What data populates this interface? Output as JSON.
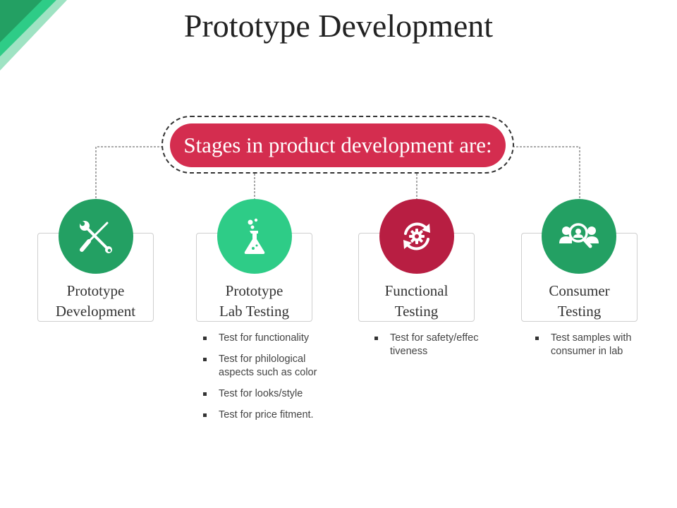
{
  "title": "Prototype Development",
  "banner": "Stages in product development are:",
  "colors": {
    "dark_green": "#23a063",
    "light_green": "#2ecc87",
    "crimson": "#b81e42",
    "pill": "#d42d4f"
  },
  "stages": [
    {
      "label_line1": "Prototype",
      "label_line2": "Development",
      "icon": "tools-icon",
      "bullets": []
    },
    {
      "label_line1": "Prototype",
      "label_line2": "Lab Testing",
      "icon": "flask-icon",
      "bullets": [
        "Test for functionality",
        "Test for philological aspects such as color",
        "Test for looks/style",
        "Test for price fitment."
      ]
    },
    {
      "label_line1": "Functional",
      "label_line2": "Testing",
      "icon": "cycle-gear-icon",
      "bullets": [
        "Test for safety/effectiveness"
      ]
    },
    {
      "label_line1": "Consumer",
      "label_line2": "Testing",
      "icon": "consumer-search-icon",
      "bullets": [
        "Test samples with consumer in lab"
      ]
    }
  ]
}
